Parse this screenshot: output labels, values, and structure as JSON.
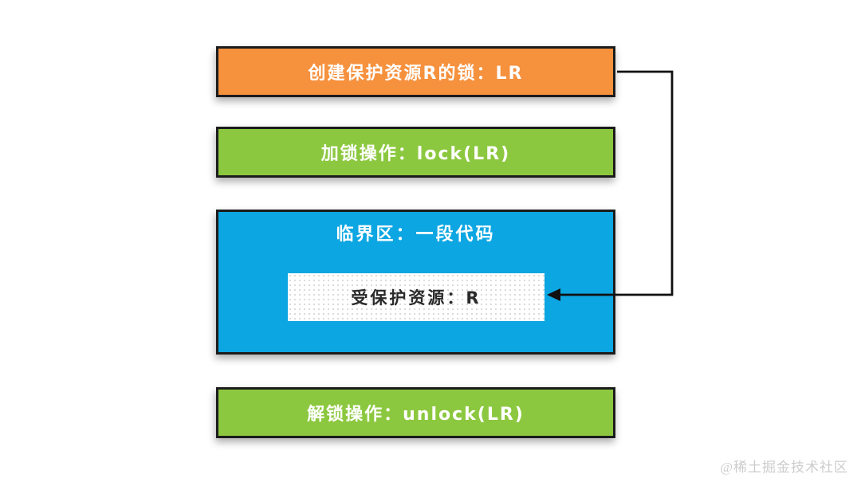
{
  "diagram": {
    "title_semantic": "lock-protecting-resource-flow",
    "boxes": {
      "create_lock": {
        "label": "创建保护资源R的锁：LR"
      },
      "lock_op": {
        "label": "加锁操作：lock(LR)"
      },
      "critical_section": {
        "label": "临界区：一段代码"
      },
      "protected_resource": {
        "label": "受保护资源：R"
      },
      "unlock_op": {
        "label": "解锁操作：unlock(LR)"
      }
    },
    "arrow": {
      "description": "from create_lock box right edge, around the right side, into protected_resource box"
    }
  },
  "colors": {
    "orange": "#F6913E",
    "green": "#8CC83F",
    "blue": "#0CA6E2",
    "border": "#1C1C1C",
    "arrow": "#111111",
    "inner_text": "#2A2A2A",
    "watermark": "#CCCCCC",
    "bg": "#FFFFFF"
  },
  "watermark": {
    "text": "@稀土掘金技术社区"
  }
}
